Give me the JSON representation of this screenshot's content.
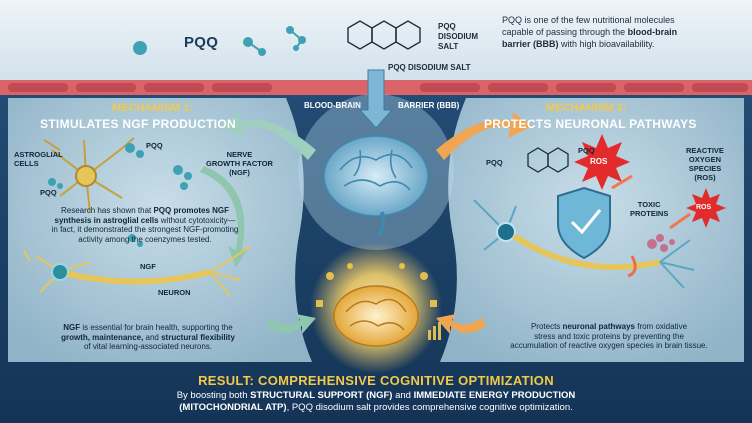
{
  "colors": {
    "top_bg": "#e3edf4",
    "main_bg": "#1a3e63",
    "panel_bg": "#a9c8d8",
    "bbb_band": "#d9656a",
    "gold": "#f2c94c",
    "ros_red": "#e32b2b",
    "arrow_orange": "#f0a552",
    "arrow_green": "#8fc6ae"
  },
  "header": {
    "pqq_label": "PQQ",
    "molecule_label_1": "PQQ",
    "molecule_label_2": "DISODIUM",
    "molecule_label_3": "SALT",
    "molecule_caption": "PQQ DISODIUM SALT",
    "intro_line1": "PQQ is one of the few nutritional molecules",
    "intro_line2_a": "capable of passing through the ",
    "intro_line2_b": "blood-brain",
    "intro_line3_a": "barrier (BBB)",
    "intro_line3_b": " with high bioavailability."
  },
  "bbb": {
    "left_label": "BLOOD-BRAIN",
    "right_label": "BARRIER (BBB)"
  },
  "mechanism1": {
    "kicker": "MECHANISM 1:",
    "title": "STIMULATES NGF PRODUCTION",
    "astroglial_label_1": "ASTROGLIAL",
    "astroglial_label_2": "CELLS",
    "pqq_top": "PQQ",
    "pqq_bottom": "PQQ",
    "ngf_label_1": "NERVE",
    "ngf_label_2": "GROWTH FACTOR",
    "ngf_label_3": "(NGF)",
    "ngf_small": "NGF",
    "neuron_label": "NEURON",
    "research_1": "Research has shown that ",
    "research_2": "PQQ promotes NGF",
    "research_3": "synthesis in astroglial cells",
    "research_4": " without cytotoxicity—",
    "research_5": "in fact, it demonstrated the strongest NGF-promoting",
    "research_6": "activity among the coenzymes tested.",
    "ngf_1": "NGF",
    "ngf_2": " is essential for brain health, supporting the",
    "ngf_3": "growth, maintenance,",
    "ngf_4": " and ",
    "ngf_5": "structural flexibility",
    "ngf_6": "of vital learning-associated neurons."
  },
  "mechanism2": {
    "kicker": "MECHANISM 2:",
    "title": "PROTECTS NEURONAL PATHWAYS",
    "pqq_left": "PQQ",
    "pqq_right": "PQQ",
    "ros_label_1": "REACTIVE",
    "ros_label_2": "OXYGEN",
    "ros_label_3": "SPECIES",
    "ros_label_4": "(ROS)",
    "ros_badge": "ROS",
    "ros_badge_2": "ROS",
    "toxic_1": "TOXIC",
    "toxic_2": "PROTEINS",
    "protect_1": "Protects ",
    "protect_2": "neuronal pathways",
    "protect_3": " from oxidative",
    "protect_4": "stress and toxic proteins by preventing the",
    "protect_5": "accumulation of reactive oxygen species in brain tissue."
  },
  "result": {
    "title": "RESULT: COMPREHENSIVE COGNITIVE OPTIMIZATION",
    "line1_a": "By boosting both ",
    "line1_b": "STRUCTURAL SUPPORT (NGF)",
    "line1_c": " and ",
    "line1_d": "IMMEDIATE ENERGY PRODUCTION",
    "line2_a": "(MITOCHONDRIAL ATP)",
    "line2_b": ", PQQ disodium salt provides comprehensive cognitive optimization."
  }
}
